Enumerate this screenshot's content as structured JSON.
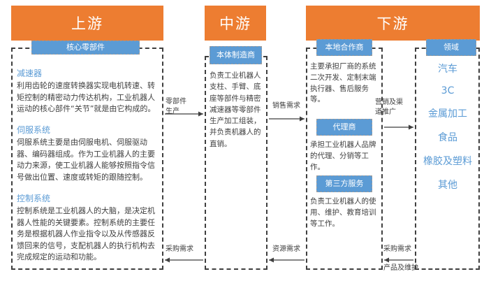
{
  "diagram": {
    "title_semantic": "industrial-robot-industry-chain",
    "colors": {
      "header_orange": "#ED7D31",
      "chip_blue": "#5B9BD5",
      "text_dark": "#3F3F3F",
      "accent_blue_text": "#5B9BD5",
      "panel_border": "#3F3F3F"
    }
  },
  "headers": {
    "upstream": "上游",
    "midstream": "中游",
    "downstream": "下游"
  },
  "upstream": {
    "chip": "核心零部件",
    "sections": [
      {
        "title": "减速器",
        "body": "利用齿轮的速度转换器实现电机转速、转矩控制的精密动力传达机构，工业机器人运动的核心部件“关节”就是由它构成的。"
      },
      {
        "title": "伺服系统",
        "body": "伺服系统主要是由伺服电机、伺服驱动器、编码器组成。作为工业机器人的主要动力来源，使工业机器人能够按照指令信号做出位置、速度或转矩的跟随控制。"
      },
      {
        "title": "控制系统",
        "body": "控制系统是工业机器人的大脑，是决定机器人性能的关键要素。控制系统的主要任务是根据机器人作业指令以及从传感器反馈回来的信号，支配机器人的执行机构去完成规定的运动和功能。"
      }
    ]
  },
  "midstream": {
    "chip": "本体制造商",
    "body": "负责工业机器人支柱、手臂、底座等部件与精密减速器等零部件生产加工组装，并负责机器人的直销。"
  },
  "downstream": {
    "roles": [
      {
        "chip": "本地合作商",
        "body": "主要承担厂商的系统二次开发、定制末端执行器、售后服务等。"
      },
      {
        "chip": "代理商",
        "body": "承担工业机器人品牌的代理、分销等工作。"
      },
      {
        "chip": "第三方服务",
        "body": "负责工业机器人的使用、维护、教育培训等工作。"
      }
    ],
    "fields_chip": "领域",
    "fields": [
      "汽车",
      "3C",
      "金属加工",
      "食品",
      "橡胶及塑料",
      "其他"
    ]
  },
  "flows": {
    "parts_production": "零部件\n生产",
    "sales_demand": "销售需求",
    "marketing_channel": "营销及渠\n道推广",
    "procurement_left": "采购需求",
    "resource_demand": "资源需求",
    "procurement_right": "采购需求",
    "product_maintenance": "产品及维护"
  }
}
